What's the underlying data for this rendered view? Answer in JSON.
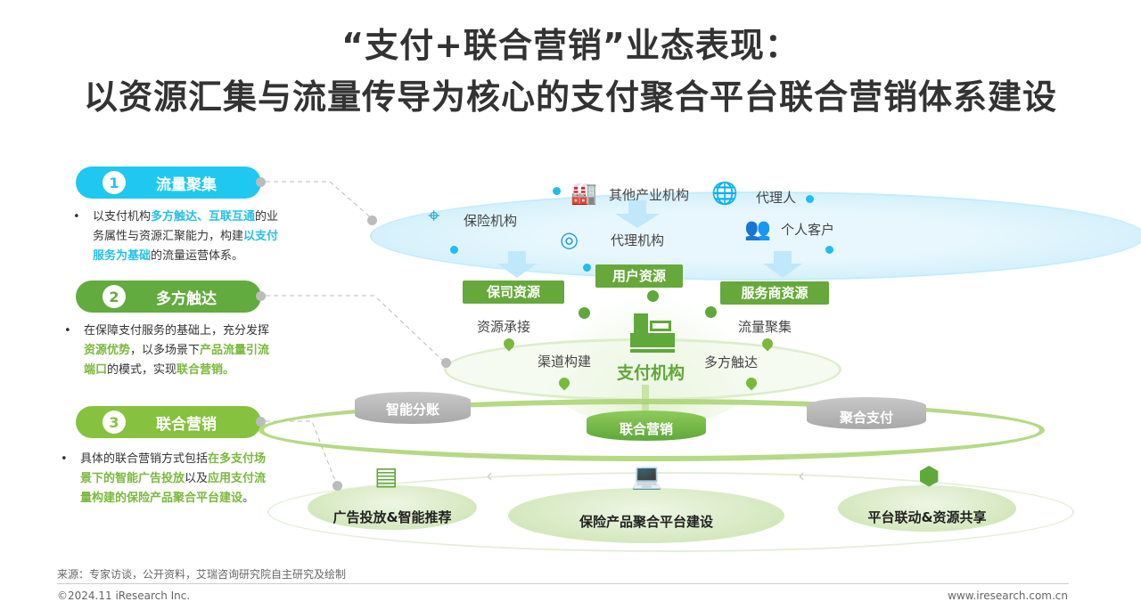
{
  "title": {
    "line1": "“支付+联合营销”业态表现：",
    "line2": "以资源汇集与流量传导为核心的支付聚合平台联合营销体系建设"
  },
  "steps": [
    {
      "num": "1",
      "label": "流量聚集",
      "color": "#1ec8f0",
      "segments": [
        {
          "t": "以支付机构",
          "h": false
        },
        {
          "t": "多方触达、互联互通",
          "h": true
        },
        {
          "t": "的业务属性与资源汇聚能力，构建",
          "h": false
        },
        {
          "t": "以支付服务为基础",
          "h": true
        },
        {
          "t": "的流量运营体系。",
          "h": false
        }
      ]
    },
    {
      "num": "2",
      "label": "多方触达",
      "color": "#62ab3e",
      "segments": [
        {
          "t": "在保障支付服务的基础上，充分发挥",
          "h": false
        },
        {
          "t": "资源优势",
          "h": true
        },
        {
          "t": "，以多场景下",
          "h": false
        },
        {
          "t": "产品流量引流端口",
          "h": true
        },
        {
          "t": "的模式，实现",
          "h": false
        },
        {
          "t": "联合营销。",
          "h": true
        }
      ]
    },
    {
      "num": "3",
      "label": "联合营销",
      "color": "#86c23e",
      "segments": [
        {
          "t": "具体的联合营销方式包括",
          "h": false
        },
        {
          "t": "在多支付场景下的智能广告投放",
          "h": true
        },
        {
          "t": "以及",
          "h": false
        },
        {
          "t": "应用支付流量构建的保险产品聚合平台建设",
          "h": true
        },
        {
          "t": "。",
          "h": false
        }
      ]
    }
  ],
  "top_ring": {
    "items": [
      "保险机构",
      "其他产业机构",
      "代理机构",
      "代理人",
      "个人客户"
    ]
  },
  "resources": [
    "保司资源",
    "用户资源",
    "服务商资源"
  ],
  "middle": {
    "center": "支付机构",
    "labels": [
      "资源承接",
      "流量聚集",
      "渠道构建",
      "多方触达"
    ]
  },
  "cylinders": [
    "智能分账",
    "联合营销",
    "聚合支付"
  ],
  "platforms": [
    "广告投放&智能推荐",
    "保险产品聚合平台建设",
    "平台联动&资源共享"
  ],
  "footer": {
    "source": "来源：专家访谈，公开资料，艾瑞咨询研究院自主研究及绘制",
    "copyright": "©2024.11 iResearch Inc.",
    "site": "www.iresearch.com.cn"
  }
}
